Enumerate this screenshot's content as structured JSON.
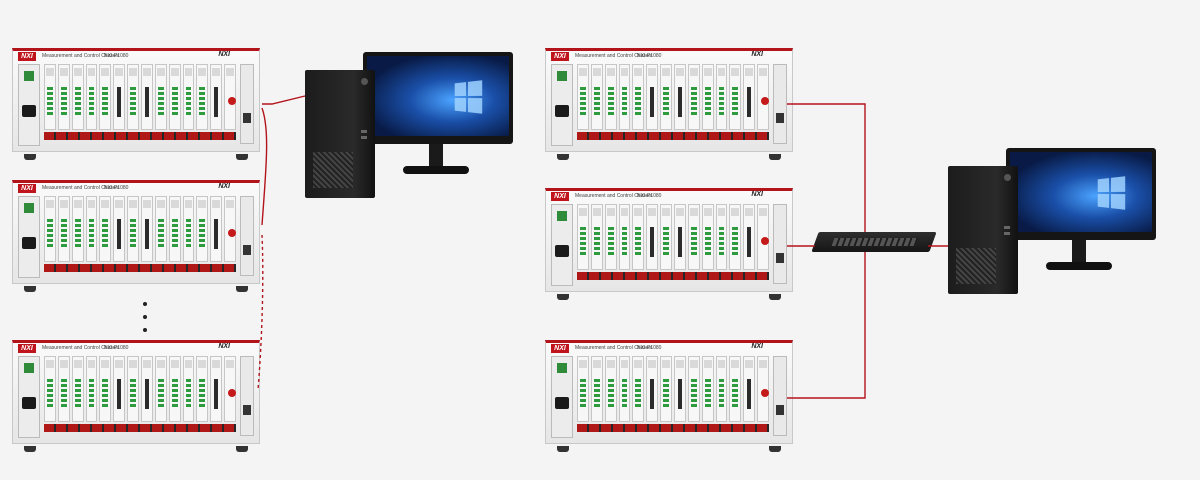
{
  "chassis_labels": {
    "brand": "NXI",
    "subtitle": "Measurement and Control Chassis",
    "model": "NXI-P1080",
    "series": "NXI"
  },
  "icons": {
    "chassis": "chassis-icon",
    "computer": "desktop-computer-icon",
    "switch": "network-switch-icon",
    "ellipsis": "vertical-ellipsis-icon"
  },
  "topologies": [
    {
      "name": "daisy-chain",
      "chassis_count_shown": 3,
      "continuation": "⋮"
    },
    {
      "name": "star-via-switch",
      "chassis_count_shown": 3
    }
  ],
  "colors": {
    "cable": "#b3131b",
    "brand_red": "#c0141c",
    "background": "#f4f4f4"
  }
}
